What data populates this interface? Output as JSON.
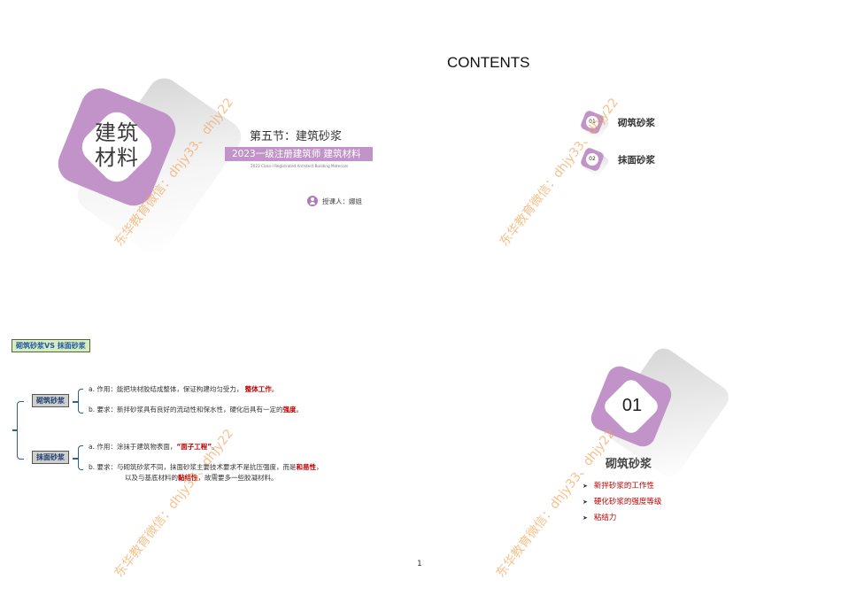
{
  "colors": {
    "accent_purple": "#c193c8",
    "highlight_red": "#c00000",
    "brace_blue": "#2e5f93",
    "vs_label_bg": "#d7ecc3",
    "watermark": "#f4a55a"
  },
  "watermark": {
    "text": "东华教育微信：dhjy33、dhjy22"
  },
  "slide1": {
    "logo_line1": "建筑",
    "logo_line2": "材料",
    "section_title": "第五节：建筑砂浆",
    "course_band": "2023一级注册建筑师  建筑材料",
    "course_subtitle": "2023 Class-I Registrated Architect Building Materials",
    "lecturer_icon": "person-icon",
    "lecturer": "授课人：娜姐"
  },
  "slide2": {
    "heading": "CONTENTS",
    "items": [
      {
        "num": "01",
        "label": "砌筑砂浆"
      },
      {
        "num": "02",
        "label": "抹面砂浆"
      }
    ]
  },
  "slide3": {
    "vs_label": "砌筑砂浆VS 抹面砂浆",
    "groups": [
      {
        "name": "砌筑砂浆",
        "points": [
          {
            "prefix": "a.  作用：能把块材胶结成整体，保证构建均匀受力，",
            "highlight": "整体工作",
            "suffix": "。"
          },
          {
            "prefix": "b.  要求：新拌砂浆具有良好的流动性和保水性，硬化后具有一定的",
            "highlight": "强度",
            "suffix": "。"
          }
        ]
      },
      {
        "name": "抹面砂浆",
        "points": [
          {
            "prefix": "a. 作用：涂抹于建筑物表面，",
            "highlight": "“面子工程”",
            "suffix": "。"
          },
          {
            "prefix": "b. 要求：与砌筑砂浆不同，抹面砂浆主要技术要求不是抗压强度，而是",
            "highlight": "和易性",
            "suffix": "，",
            "line2_prefix": "以及与基底材料的",
            "line2_highlight": "黏结性",
            "line2_suffix": "，故需要多一些胶凝材料。"
          }
        ]
      }
    ]
  },
  "slide4": {
    "number": "01",
    "title": "砌筑砂浆",
    "bullets": [
      "新拌砂浆的工作性",
      "硬化砂浆的强度等级",
      "粘结力"
    ],
    "bullet_glyph": "➤"
  },
  "page_number": "1"
}
